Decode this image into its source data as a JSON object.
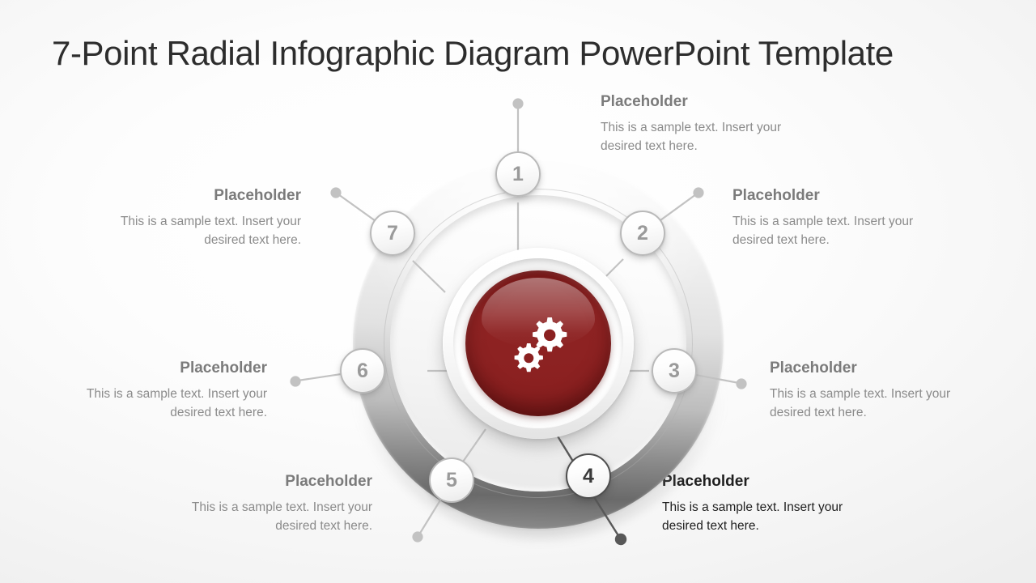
{
  "slide": {
    "title": "7-Point Radial Infographic Diagram PowerPoint Template"
  },
  "center": {
    "icon": "gears-icon",
    "color": "#8e2323"
  },
  "theme": {
    "accent": "#8e2323",
    "node_text": "#9a9a9a",
    "node_border": "#b9b9b9",
    "active_node_border": "#4e4e4e",
    "active_text": "#1f1f1f",
    "heading_gray": "#7b7b7b",
    "body_gray": "#8b8b8b",
    "title_color": "#2d2d2d",
    "background": "#fafafa"
  },
  "items": [
    {
      "number": "1",
      "title": "Placeholder",
      "body": "This is a sample text. Insert your desired text here.",
      "active": false,
      "align": "left"
    },
    {
      "number": "2",
      "title": "Placeholder",
      "body": "This is a sample text. Insert your desired text here.",
      "active": false,
      "align": "left"
    },
    {
      "number": "3",
      "title": "Placeholder",
      "body": "This is a sample text. Insert your desired text here.",
      "active": false,
      "align": "left"
    },
    {
      "number": "4",
      "title": "Placeholder",
      "body": "This is a sample text. Insert your desired text here.",
      "active": true,
      "align": "left"
    },
    {
      "number": "5",
      "title": "Placeholder",
      "body": "This is a sample text. Insert your desired text here.",
      "active": false,
      "align": "right"
    },
    {
      "number": "6",
      "title": "Placeholder",
      "body": "This is a sample text. Insert your desired text here.",
      "active": false,
      "align": "right"
    },
    {
      "number": "7",
      "title": "Placeholder",
      "body": "This is a sample text. Insert your desired text here.",
      "active": false,
      "align": "right"
    }
  ]
}
